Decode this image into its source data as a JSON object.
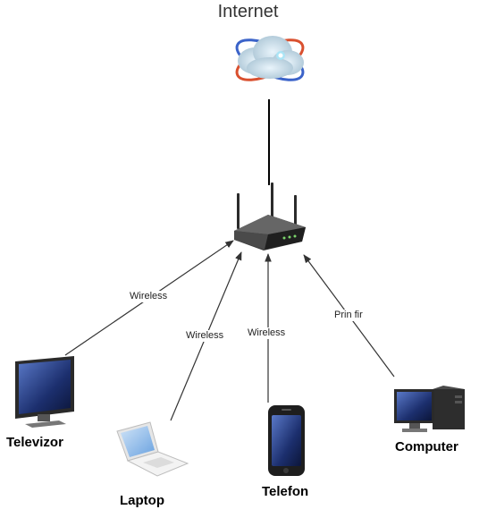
{
  "title": "Internet",
  "nodes": {
    "televizor": "Televizor",
    "laptop": "Laptop",
    "telefon": "Telefon",
    "computer": "Computer"
  },
  "edges": {
    "televizor": "Wireless",
    "laptop": "Wireless",
    "telefon": "Wireless",
    "computer": "Prin fir"
  }
}
